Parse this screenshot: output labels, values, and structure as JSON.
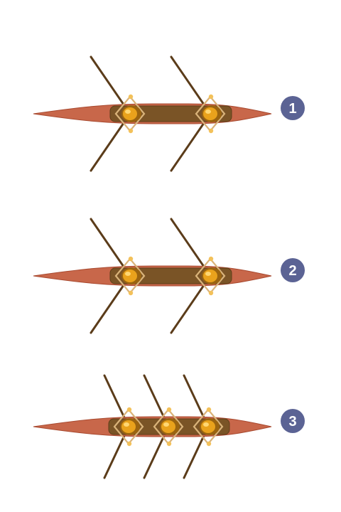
{
  "colors": {
    "hull": "#c8674a",
    "hull_edge": "#a8492f",
    "deck": "#7a5426",
    "deck_dark": "#5e3e19",
    "oar": "#5b3c1a",
    "rigger": "#d9b37a",
    "rowlock": "#f3c15a",
    "helmet": "#e9a21c",
    "helmet_shade": "#9a6410",
    "badge": "#5b6394"
  },
  "boats": [
    {
      "label": "1",
      "rowers": 2
    },
    {
      "label": "2",
      "rowers": 2
    },
    {
      "label": "3",
      "rowers": 3
    }
  ]
}
